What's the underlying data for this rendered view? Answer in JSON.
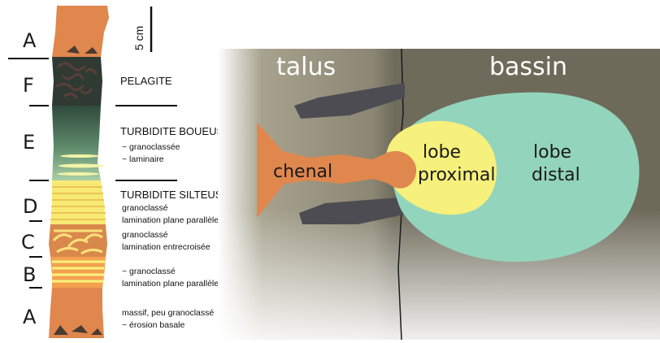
{
  "colors": {
    "orange": "#e0874e",
    "yellow": "#fbf27c",
    "dark_green": "#2f4a3c",
    "light_green": "#9ec6a2",
    "distal": "#93d4bc",
    "basin_bg": "#6e6a5a",
    "talus_bg": "#8a8672"
  },
  "column": {
    "scale_label": "5 cm",
    "units": {
      "A_top": "A",
      "F": "F",
      "E": "E",
      "D": "D",
      "C": "C",
      "B": "B",
      "A_bottom": "A"
    }
  },
  "descriptions": {
    "pelagite": "PELAGITE",
    "turbidite_boueuse": "TURBIDITE BOUEUSE",
    "e_line1": "~ granoclassée",
    "e_line2": "~ laminaire",
    "turbidite_silteuse": "TURBIDITE SILTEUSE",
    "d_line1": "granoclassé",
    "d_line2": "lamination plane parallèle",
    "c_line1": "granoclassé",
    "c_line2": "lamination entrecroisée",
    "b_line1": "~ granoclassé",
    "b_line2": "lamination plane parallèle",
    "a_line1": "massif, peu granoclassé",
    "a_line2": "~ érosion basale"
  },
  "map": {
    "talus": "talus",
    "bassin": "bassin",
    "chenal": "chenal",
    "lobe_proximal_1": "lobe",
    "lobe_proximal_2": "proximal",
    "lobe_distal_1": "lobe",
    "lobe_distal_2": "distal"
  }
}
